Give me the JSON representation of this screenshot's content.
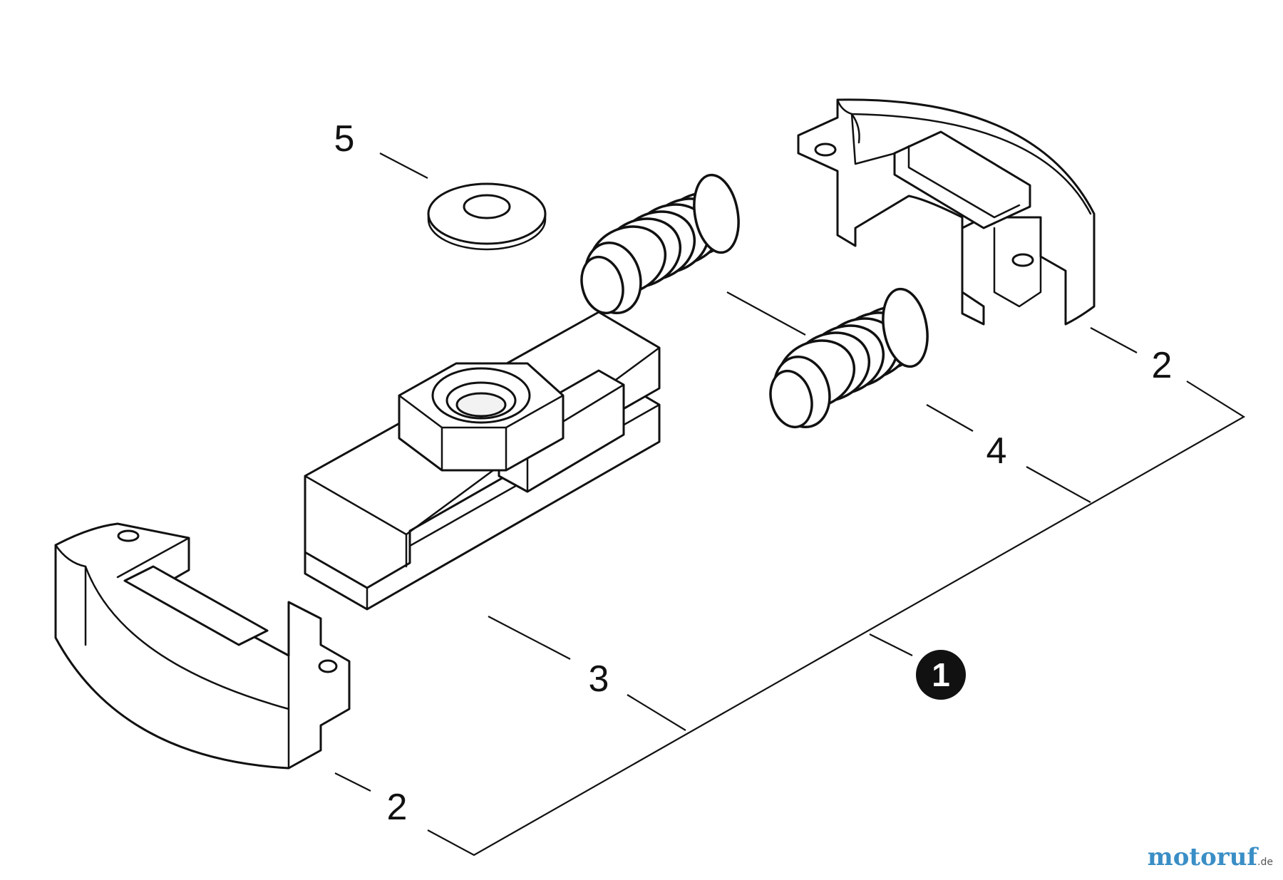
{
  "callouts": {
    "label_5": "5",
    "label_2_top": "2",
    "label_4": "4",
    "label_3": "3",
    "label_2_bottom": "2",
    "label_1": "1"
  },
  "watermark": {
    "brand": "motoruf",
    "tld": ".de"
  },
  "colors": {
    "line": "#111111",
    "background": "#ffffff"
  }
}
